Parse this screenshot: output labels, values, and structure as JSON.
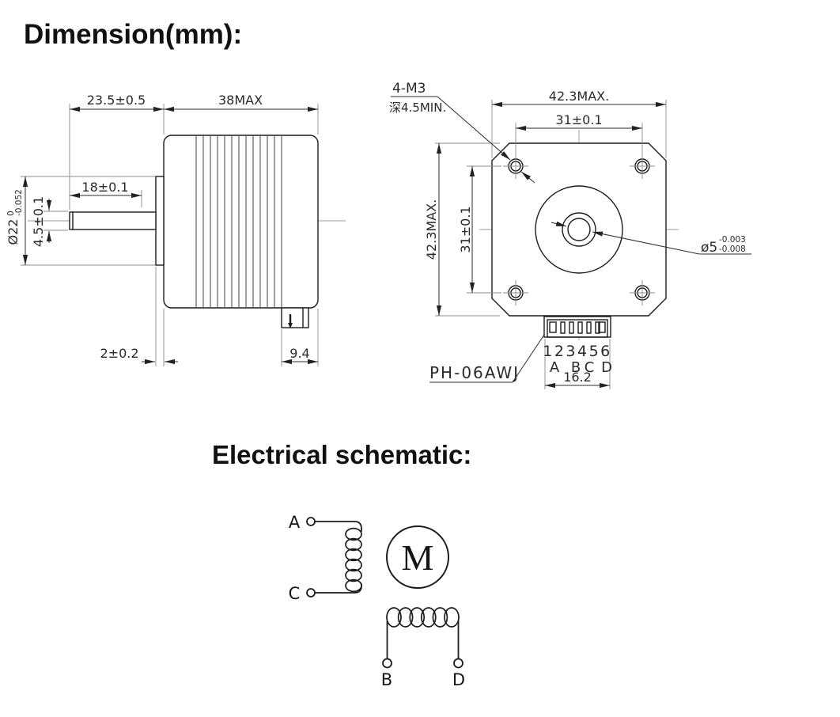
{
  "titles": {
    "dimension": "Dimension(mm):",
    "schematic": "Electrical schematic:"
  },
  "side_view": {
    "dim_shaft_to_face": "23.5±0.5",
    "dim_body_length": "38MAX",
    "dim_shaft_flat_length": "18±0.1",
    "boss_diameter": {
      "main": "Ø22",
      "tol_top": "0",
      "tol_bottom": "-0.052"
    },
    "dim_flat_height": "4.5±0.1",
    "dim_boss_thickness": "2±0.2",
    "dim_connector_width": "9.4"
  },
  "front_view": {
    "dim_width": "42.3MAX.",
    "dim_hole_spacing_horizontal": "31±0.1",
    "dim_height": "42.3MAX.",
    "dim_hole_spacing_vertical": "31±0.1",
    "mount_holes_label": "4-M3",
    "hole_depth_label": "深4.5MIN.",
    "shaft_diameter": {
      "main": "ø5",
      "tol_top": "-0.003",
      "tol_bottom": "-0.008"
    },
    "connector_model": "PH-06AWJ",
    "pin_numbers": "123456",
    "wire_labels": [
      "A",
      "B",
      "C",
      "D"
    ],
    "dim_connector_pitch": "16.2"
  },
  "schematic": {
    "motor_symbol": "M",
    "terminal_a": "A",
    "terminal_b": "B",
    "terminal_c": "C",
    "terminal_d": "D"
  }
}
